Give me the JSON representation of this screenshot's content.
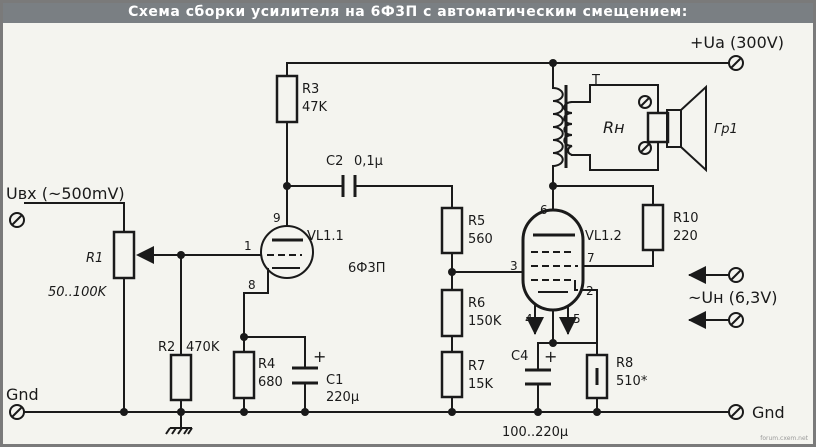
{
  "title": "Схема сборки усилителя на 6Ф3П с автоматическим смещением:",
  "terminals": {
    "ua": "+Ua (300V)",
    "uin": "Uвх (~500mV)",
    "gnd_left": "Gnd",
    "gnd_right": "Gnd",
    "heater": "~Uн (6,3V)"
  },
  "components": {
    "r1": {
      "name": "R1",
      "value": "50..100K"
    },
    "r2": {
      "name": "R2",
      "value": "470K"
    },
    "r3": {
      "name": "R3",
      "value": "47K"
    },
    "r4": {
      "name": "R4",
      "value": "680"
    },
    "c1": {
      "name": "C1",
      "value": "220µ"
    },
    "c2": {
      "name": "C2",
      "value": "0,1µ"
    },
    "r5": {
      "name": "R5",
      "value": "560"
    },
    "r6": {
      "name": "R6",
      "value": "150K"
    },
    "r7": {
      "name": "R7",
      "value": "15K"
    },
    "c4": {
      "name": "C4",
      "value": "100..220µ"
    },
    "r8": {
      "name": "R8",
      "value": "510*"
    },
    "r10": {
      "name": "R10",
      "value": "220"
    },
    "transformer": {
      "name": "T"
    },
    "load": {
      "name": "Rн"
    },
    "speaker": {
      "name": "Гр1"
    }
  },
  "tubes": {
    "vl11": {
      "name": "VL1.1",
      "type": "6Ф3П"
    },
    "vl12": {
      "name": "VL1.2"
    }
  },
  "pins": {
    "p9": "9",
    "p1": "1",
    "p8": "8",
    "p6": "6",
    "p7": "7",
    "p3": "3",
    "p2": "2",
    "p4": "4",
    "p5": "5"
  },
  "polarity": "+",
  "watermark": "forum.cxem.net"
}
